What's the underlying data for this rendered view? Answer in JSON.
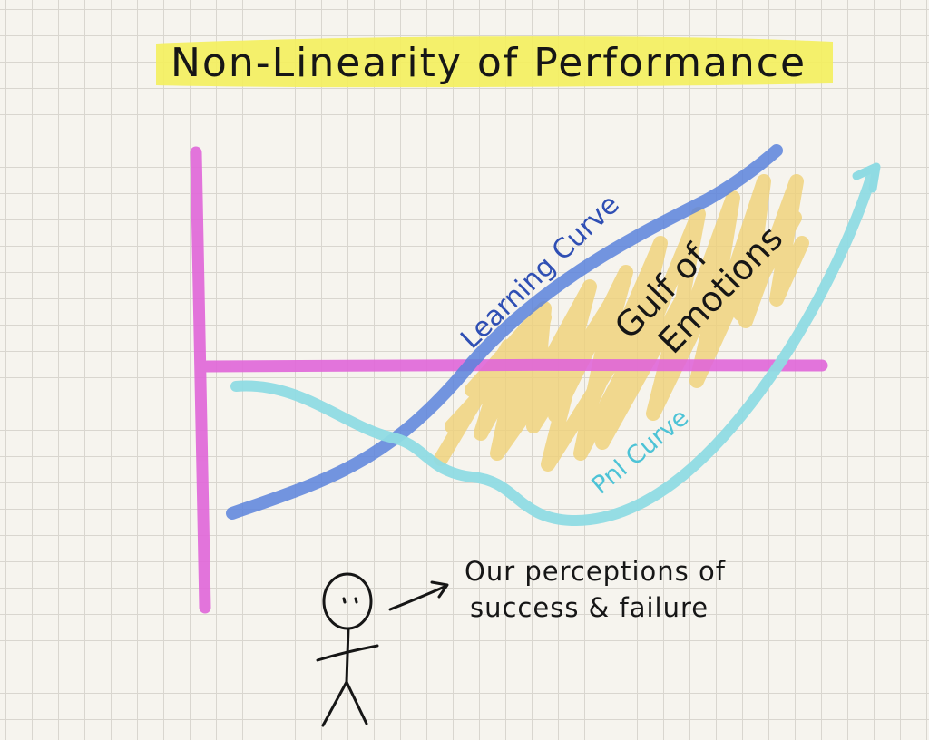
{
  "title": "Non-Linearity of Performance",
  "labels": {
    "learning_curve": "Learning Curve",
    "gulf_line1": "Gulf of",
    "gulf_line2": "Emotions",
    "pnl_curve": "Pnl Curve",
    "perceptions_line1": "Our perceptions of",
    "perceptions_line2": "success & failure"
  },
  "colors": {
    "axes": "#e066d8",
    "learning_curve": "#5b83dc",
    "pnl_curve": "#8fdbe3",
    "gulf_fill": "#f0d27a",
    "title_highlight": "#f4ef5c",
    "ink": "#161616"
  }
}
